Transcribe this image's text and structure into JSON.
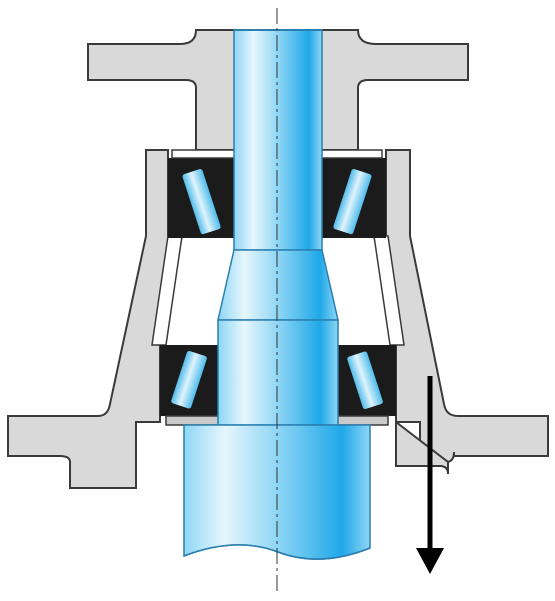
{
  "diagram": {
    "kind": "bearing-arrangement-cross-section",
    "bearing_type": "tapered-roller",
    "bearing_count": 4,
    "load_direction": "down",
    "colors": {
      "background": "#ffffff",
      "housing_fill": "#d9d9d9",
      "housing_stroke": "#3a3a3a",
      "shaft_light": "#e6f6fd",
      "shaft_mid": "#8fd6f5",
      "shaft_dark": "#1fa8e8",
      "bearing_ring": "#1b1b1b",
      "roller_light": "#dff3fc",
      "roller_dark": "#4ab9ea",
      "spacer_fill": "#c9c9c9",
      "arrow": "#000000",
      "centerline": "#333333"
    }
  }
}
